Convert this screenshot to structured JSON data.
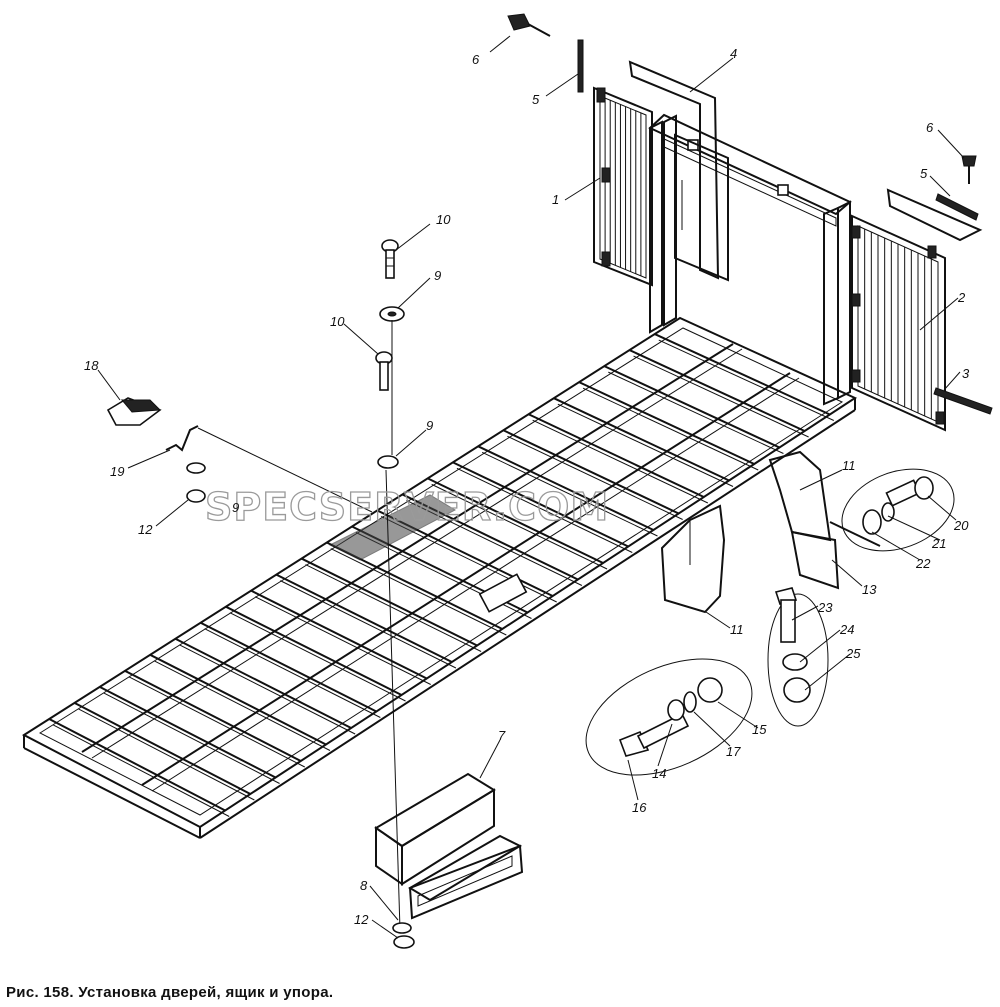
{
  "caption": "Рис. 158. Установка дверей, ящик и упора.",
  "watermark": "SPECSERVER.COM",
  "callouts": [
    {
      "id": "c6a",
      "label": "6"
    },
    {
      "id": "c5a",
      "label": "5"
    },
    {
      "id": "c4",
      "label": "4"
    },
    {
      "id": "c1",
      "label": "1"
    },
    {
      "id": "c6b",
      "label": "6"
    },
    {
      "id": "c5b",
      "label": "5"
    },
    {
      "id": "c2",
      "label": "2"
    },
    {
      "id": "c3",
      "label": "3"
    },
    {
      "id": "c10a",
      "label": "10"
    },
    {
      "id": "c9a",
      "label": "9"
    },
    {
      "id": "c10b",
      "label": "10"
    },
    {
      "id": "c9b",
      "label": "9"
    },
    {
      "id": "c18",
      "label": "18"
    },
    {
      "id": "c19",
      "label": "19"
    },
    {
      "id": "c9c",
      "label": "9"
    },
    {
      "id": "c12a",
      "label": "12"
    },
    {
      "id": "c11a",
      "label": "11"
    },
    {
      "id": "c20",
      "label": "20"
    },
    {
      "id": "c21",
      "label": "21"
    },
    {
      "id": "c22",
      "label": "22"
    },
    {
      "id": "c13",
      "label": "13"
    },
    {
      "id": "c11b",
      "label": "11"
    },
    {
      "id": "c23",
      "label": "23"
    },
    {
      "id": "c24",
      "label": "24"
    },
    {
      "id": "c25",
      "label": "25"
    },
    {
      "id": "c15",
      "label": "15"
    },
    {
      "id": "c17",
      "label": "17"
    },
    {
      "id": "c14",
      "label": "14"
    },
    {
      "id": "c16",
      "label": "16"
    },
    {
      "id": "c7",
      "label": "7"
    },
    {
      "id": "c8",
      "label": "8"
    },
    {
      "id": "c12b",
      "label": "12"
    }
  ]
}
